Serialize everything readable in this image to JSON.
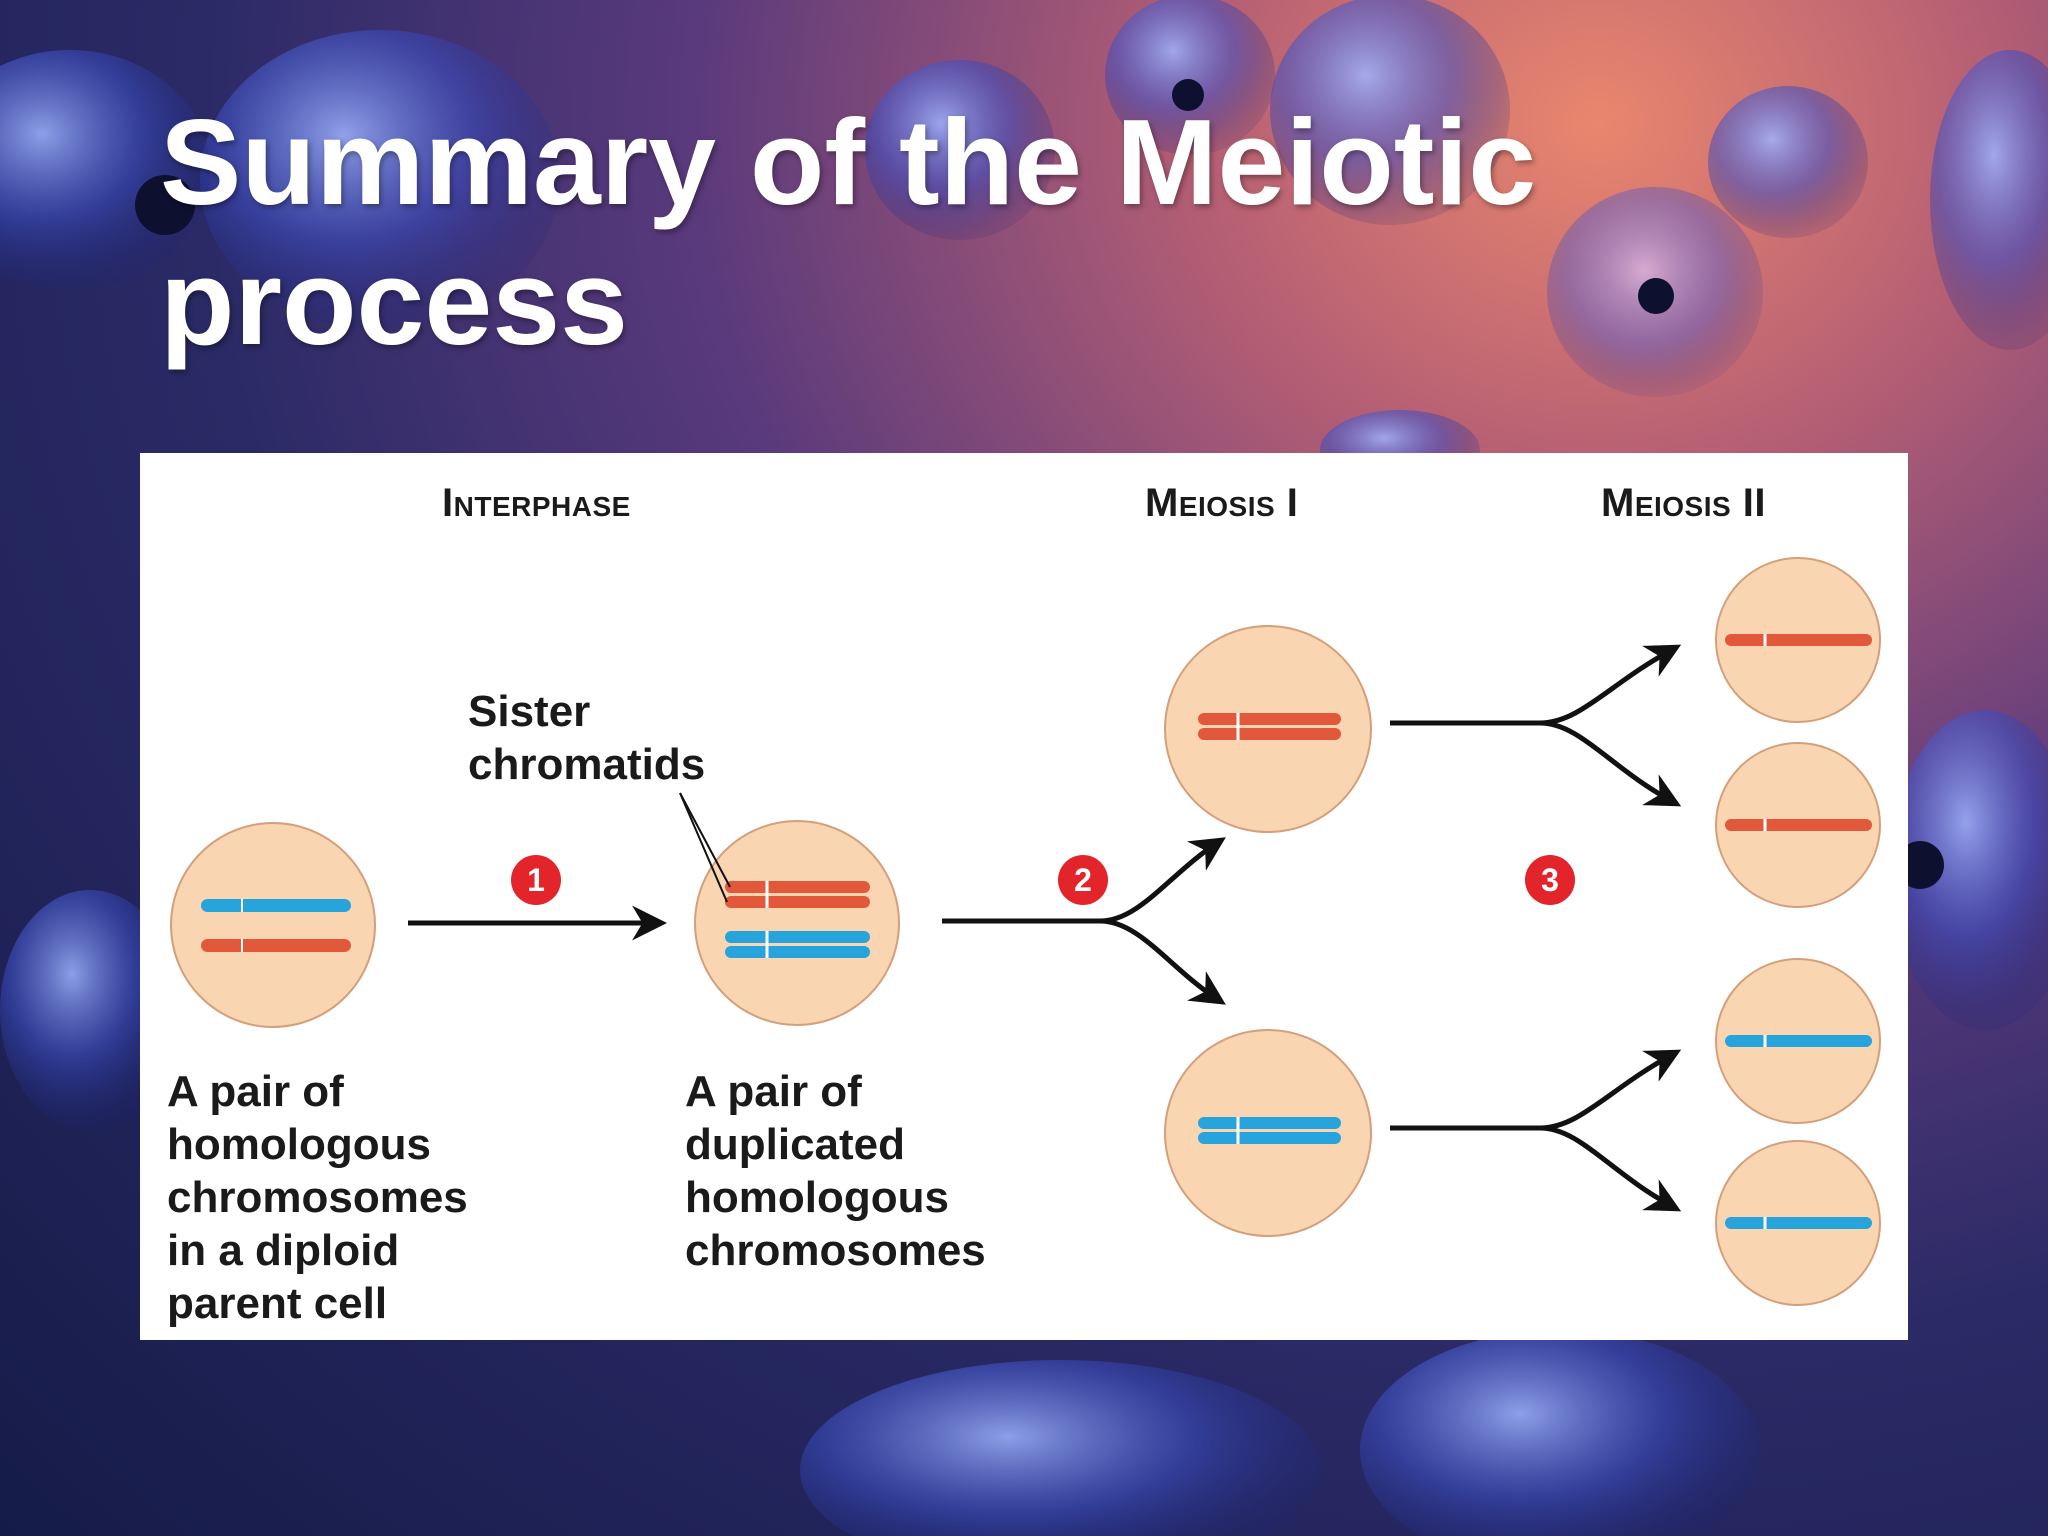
{
  "slide": {
    "title": "Summary of the Meiotic process"
  },
  "diagram": {
    "phases": {
      "interphase": "Interphase",
      "meiosis_1": "Meiosis I",
      "meiosis_2": "Meiosis II"
    },
    "steps": [
      "1",
      "2",
      "3"
    ],
    "labels": {
      "sister_chromatids": "Sister chromatids",
      "parent_cell": "A pair of homologous chromosomes in a diploid parent cell",
      "duplicated": "A pair of duplicated homologous chromosomes"
    },
    "colors": {
      "cell_fill": "#f9d5b2",
      "cell_stroke": "#d49f7a",
      "chromosome_red": "#e2583a",
      "chromosome_blue": "#27a4dc",
      "step_badge": "#e3242b"
    }
  }
}
